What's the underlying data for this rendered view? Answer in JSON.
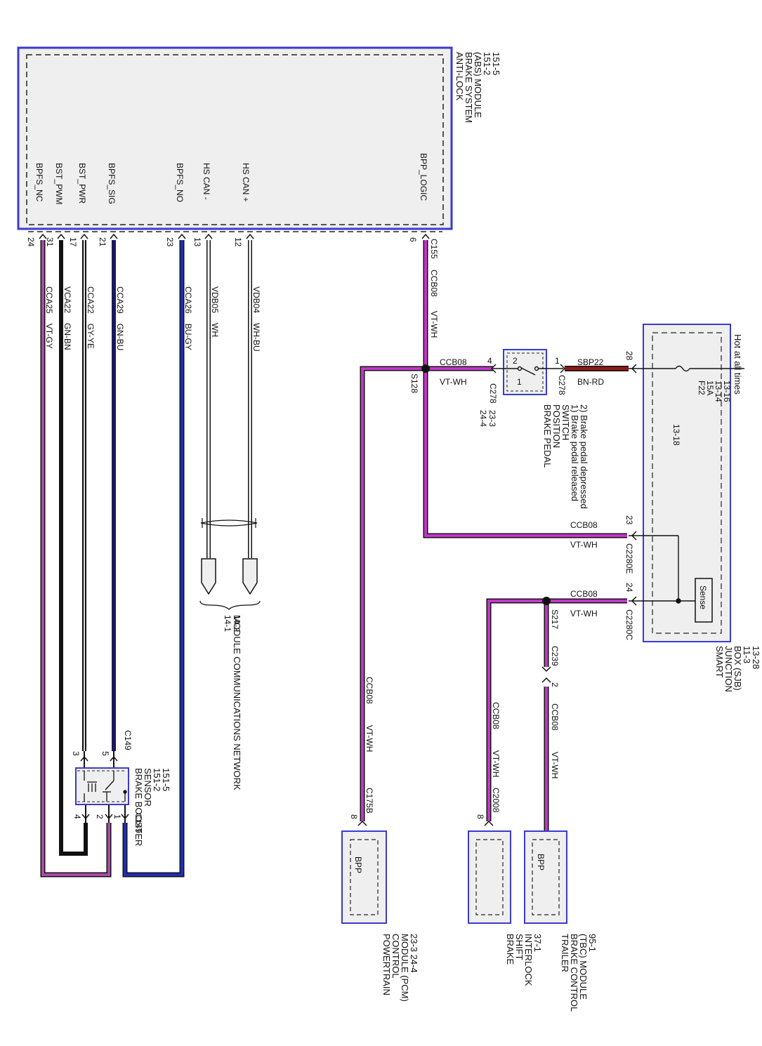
{
  "colors": {
    "vt_wh": "#c437c9",
    "vt_gy": "#a94aa8",
    "gn_bn": "#111111",
    "gy_ye": "#111111",
    "gn_bu": "#1a1a5a",
    "bu_gy": "#1f2fb4",
    "wh": "#ffffff",
    "bn_rd": "#8b1a1a",
    "module_border": "#3b3bd0",
    "module_fill": "#efefef"
  },
  "abs_module": {
    "title": [
      "ANTI-LOCK",
      "BRAKE SYSTEM",
      "(ABS) MODULE",
      "151-2",
      "151-5"
    ],
    "pins": [
      {
        "label": "BPFS_NC",
        "num": "24"
      },
      {
        "label": "BST_PWM",
        "num": "31"
      },
      {
        "label": "BST_PWR",
        "num": "17"
      },
      {
        "label": "BPFS_SIG",
        "num": "21"
      },
      {
        "label": "BPFS_NO",
        "num": "23"
      },
      {
        "label": "HS CAN -",
        "num": "13"
      },
      {
        "label": "HS CAN +",
        "num": "12"
      },
      {
        "label": "BPP_LOGIC",
        "num": "6"
      }
    ]
  },
  "wires": {
    "cca25": {
      "circuit": "CCA25",
      "color": "VT-GY"
    },
    "vca22": {
      "circuit": "VCA22",
      "color": "GN-BN"
    },
    "cca22": {
      "circuit": "CCA22",
      "color": "GY-YE"
    },
    "cca29": {
      "circuit": "CCA29",
      "color": "GN-BU"
    },
    "cca26": {
      "circuit": "CCA26",
      "color": "BU-GY"
    },
    "vdb05": {
      "circuit": "VDB05",
      "color": "WH"
    },
    "vdb04": {
      "circuit": "VDB04",
      "color": "WH-BU"
    },
    "ccb08": {
      "circuit": "CCB08",
      "color": "VT-WH"
    },
    "sbp22": {
      "circuit": "SBP22",
      "color": "BN-RD"
    }
  },
  "connectors": {
    "c155": "C155",
    "c278": "C278",
    "c2280e": "C2280E",
    "c2280c": "C2280C",
    "c239": "C239",
    "c175b": "C175B",
    "c2008": "C2008",
    "c149": "C149",
    "s128": "S128",
    "s217": "S217"
  },
  "pin_numbers": {
    "bpp_4": "4",
    "bpp_1": "1",
    "bpp_2": "2",
    "bpp_sw1": "1",
    "sjb_28": "28",
    "sjb_23": "23",
    "sjb_24": "24",
    "c239_2": "2",
    "pcm_8": "8",
    "bsi_8": "8",
    "bbs_5": "5",
    "bbs_3": "3",
    "bbs_4": "4",
    "bbs_2": "2",
    "bbs_1": "1"
  },
  "sjb": {
    "title": [
      "SMART",
      "JUNCTION",
      "BOX (SJB)",
      "11-3",
      "13-28"
    ],
    "hot": "Hot at all times",
    "fuse": [
      "F22",
      "15A",
      "13-14",
      "13-16"
    ],
    "fuse_ref": "13-18",
    "sense": "Sense"
  },
  "bpp_switch": {
    "title": [
      "BRAKE PEDAL",
      "POSITION",
      "SWITCH",
      "1) Brake pedal released",
      "2) Brake pedal depressed"
    ],
    "refs": [
      "23-3",
      "24-4"
    ]
  },
  "network": {
    "title": "MODULE COMMUNICATIONS NETWORK",
    "refs": [
      "14-1",
      "14-2"
    ]
  },
  "booster_sensor": {
    "title": [
      "BRAKE BOOSTER",
      "SENSOR",
      "151-2",
      "151-5"
    ]
  },
  "pcm": {
    "box_label": "BPP",
    "title": [
      "POWERTRAIN",
      "CONTROL",
      "MODULE (PCM)",
      "23-3     24-4"
    ]
  },
  "bsi": {
    "title": [
      "BRAKE",
      "SHIFT",
      "INTERLOCK",
      "37-1"
    ]
  },
  "tbc": {
    "box_label": "BPP",
    "title": [
      "TRAILER",
      "BRAKE CONTROL",
      "(TBC) MODULE",
      "95-1"
    ]
  }
}
